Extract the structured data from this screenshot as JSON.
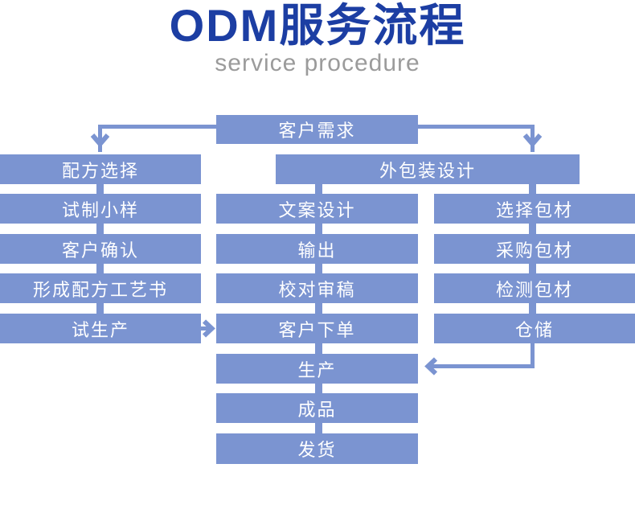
{
  "title": {
    "main": "ODM服务流程",
    "subtitle": "service procedure"
  },
  "colors": {
    "box_fill": "#7b94d1",
    "title_blue": "#1c3ea3",
    "subtitle_gray": "#9b9b9b",
    "box_text": "#ffffff"
  },
  "flowchart": {
    "root": {
      "label": "客户需求"
    },
    "formula_branch": {
      "steps": [
        "配方选择",
        "试制小样",
        "客户确认",
        "形成配方工艺书",
        "试生产"
      ]
    },
    "packaging_branch": {
      "header": "外包装设计",
      "design_steps": [
        "文案设计",
        "输出",
        "校对审稿",
        "客户下单"
      ],
      "material_steps": [
        "选择包材",
        "采购包材",
        "检测包材",
        "仓储"
      ]
    },
    "final_steps": [
      "生产",
      "成品",
      "发货"
    ]
  }
}
